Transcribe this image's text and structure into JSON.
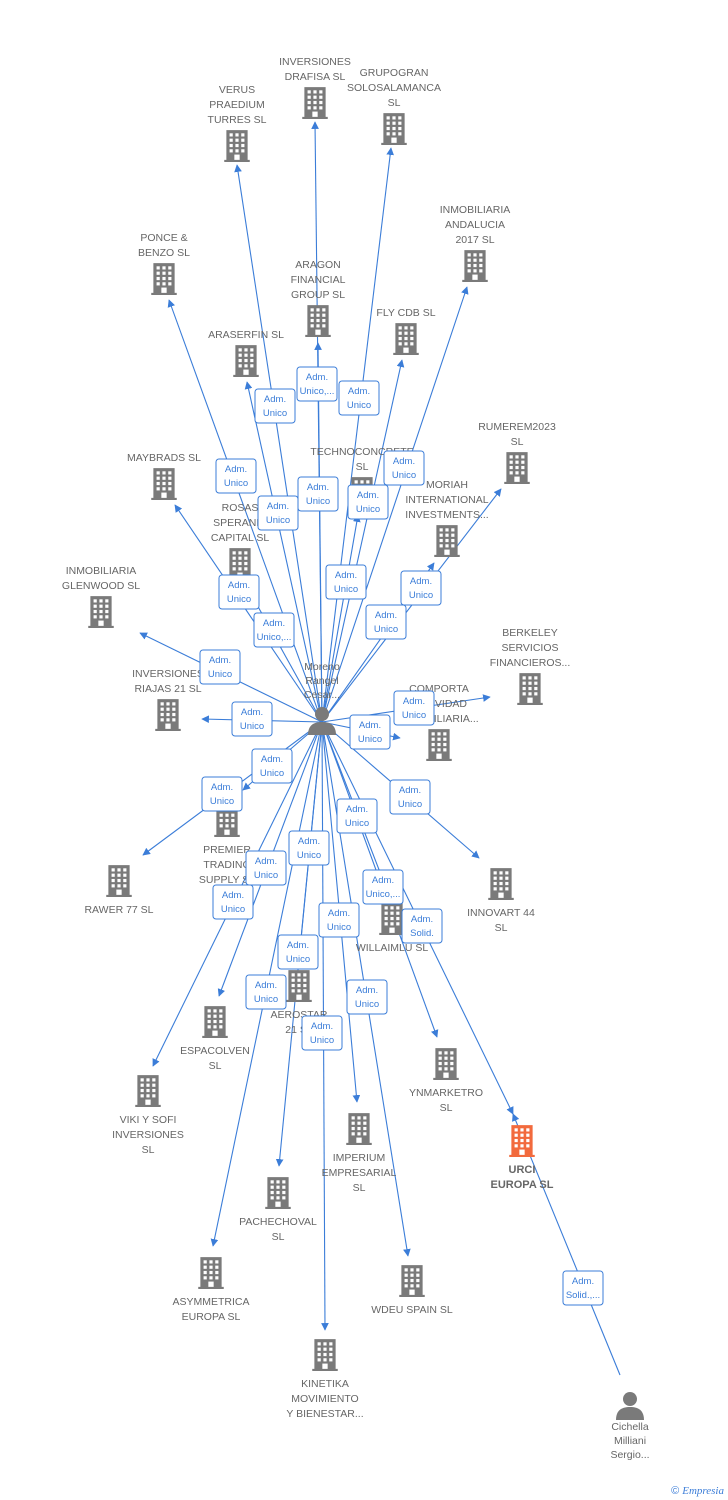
{
  "colors": {
    "edge": "#3b7dd8",
    "building": "#7a7a7a",
    "highlight": "#f26a3d",
    "person": "#7a7a7a"
  },
  "companies": [
    {
      "id": "verus",
      "label": [
        "VERUS",
        "PRAEDIUM",
        "TURRES  SL"
      ]
    },
    {
      "id": "drafisa",
      "label": [
        "INVERSIONES",
        "DRAFISA  SL"
      ]
    },
    {
      "id": "grupogran",
      "label": [
        "GRUPOGRAN",
        "SOLOSALAMANCA",
        "SL"
      ]
    },
    {
      "id": "inmoandalucia",
      "label": [
        "INMOBILIARIA",
        "ANDALUCIA",
        "2017  SL"
      ]
    },
    {
      "id": "ponce",
      "label": [
        "PONCE &",
        "BENZO  SL"
      ]
    },
    {
      "id": "aragon",
      "label": [
        "ARAGON",
        "FINANCIAL",
        "GROUP  SL"
      ]
    },
    {
      "id": "flycdb",
      "label": [
        "FLY CDB  SL"
      ]
    },
    {
      "id": "araserfin",
      "label": [
        "ARASERFIN  SL"
      ]
    },
    {
      "id": "rumerem",
      "label": [
        "RUMEREM2023",
        "SL"
      ]
    },
    {
      "id": "maybrads",
      "label": [
        "MAYBRADS  SL"
      ]
    },
    {
      "id": "technoconcrete",
      "label": [
        "TECHNOCONCRETE",
        "SL"
      ]
    },
    {
      "id": "moriah",
      "label": [
        "MORIAH",
        "INTERNATIONAL",
        "INVESTMENTS..."
      ]
    },
    {
      "id": "rosas",
      "label": [
        "ROSAS",
        "SPERANDI",
        "CAPITAL  SL"
      ]
    },
    {
      "id": "glenwood",
      "label": [
        "INMOBILIARIA",
        "GLENWOOD  SL"
      ]
    },
    {
      "id": "berkeley",
      "label": [
        "BERKELEY",
        "SERVICIOS",
        "FINANCIEROS..."
      ]
    },
    {
      "id": "riajas",
      "label": [
        "INVERSIONES",
        "RIAJAS 21  SL"
      ]
    },
    {
      "id": "comporta",
      "label": [
        "COMPORTA",
        "ACTIVIDAD",
        "INMOBILIARIA..."
      ]
    },
    {
      "id": "premier",
      "label": [
        "PREMIER",
        "TRADING",
        "SUPPLY  SL"
      ]
    },
    {
      "id": "rawer",
      "label": [
        "RAWER 77  SL"
      ]
    },
    {
      "id": "innovart",
      "label": [
        "INNOVART 44",
        "SL"
      ]
    },
    {
      "id": "willaimlu",
      "label": [
        "WILLAIMLU  SL"
      ]
    },
    {
      "id": "aerostar",
      "label": [
        "AEROSTAR",
        "21  SL"
      ]
    },
    {
      "id": "espacolven",
      "label": [
        "ESPACOLVEN",
        "SL"
      ]
    },
    {
      "id": "vikisofi",
      "label": [
        "VIKI Y SOFI",
        "INVERSIONES",
        "SL"
      ]
    },
    {
      "id": "ynmarketro",
      "label": [
        "YNMARKETRO",
        "SL"
      ]
    },
    {
      "id": "urci",
      "label": [
        "URCI",
        "EUROPA  SL"
      ]
    },
    {
      "id": "imperium",
      "label": [
        "IMPERIUM",
        "EMPRESARIAL",
        "SL"
      ]
    },
    {
      "id": "pachechoval",
      "label": [
        "PACHECHOVAL",
        "SL"
      ]
    },
    {
      "id": "asymmetrica",
      "label": [
        "ASYMMETRICA",
        "EUROPA  SL"
      ]
    },
    {
      "id": "wdeu",
      "label": [
        "WDEU SPAIN  SL"
      ]
    },
    {
      "id": "kinetika",
      "label": [
        "KINETIKA",
        "MOVIMIENTO",
        "Y BIENESTAR..."
      ]
    }
  ],
  "persons": [
    {
      "id": "moreno",
      "label": [
        "Moreno",
        "Rangel",
        "Cesar..."
      ]
    },
    {
      "id": "cichella",
      "label": [
        "Cichella",
        "Milliani",
        "Sergio..."
      ]
    }
  ],
  "relations": [
    {
      "from": "moreno",
      "to": "verus",
      "label": [
        "Adm.",
        "Unico"
      ]
    },
    {
      "from": "moreno",
      "to": "drafisa",
      "label": [
        "Adm.",
        "Unico,..."
      ]
    },
    {
      "from": "moreno",
      "to": "grupogran",
      "label": [
        "Adm.",
        "Unico"
      ]
    },
    {
      "from": "moreno",
      "to": "inmoandalucia",
      "label": [
        "Adm.",
        "Unico"
      ]
    },
    {
      "from": "moreno",
      "to": "ponce",
      "label": [
        "Adm.",
        "Unico"
      ]
    },
    {
      "from": "moreno",
      "to": "aragon",
      "label": [
        "Adm.",
        "Unico"
      ]
    },
    {
      "from": "moreno",
      "to": "flycdb",
      "label": [
        "Adm.",
        "Unico"
      ]
    },
    {
      "from": "moreno",
      "to": "araserfin",
      "label": [
        "Adm.",
        "Unico"
      ]
    },
    {
      "from": "moreno",
      "to": "rumerem",
      "label": [
        "Adm.",
        "Unico"
      ]
    },
    {
      "from": "moreno",
      "to": "maybrads",
      "label": [
        "Adm.",
        "Unico"
      ]
    },
    {
      "from": "moreno",
      "to": "technoconcrete",
      "label": [
        "Adm.",
        "Unico"
      ]
    },
    {
      "from": "moreno",
      "to": "moriah",
      "label": [
        "Adm.",
        "Unico"
      ]
    },
    {
      "from": "moreno",
      "to": "rosas",
      "label": [
        "Adm.",
        "Unico,..."
      ]
    },
    {
      "from": "moreno",
      "to": "glenwood",
      "label": [
        "Adm.",
        "Unico"
      ]
    },
    {
      "from": "moreno",
      "to": "berkeley",
      "label": [
        "Adm.",
        "Unico"
      ]
    },
    {
      "from": "moreno",
      "to": "riajas",
      "label": [
        "Adm.",
        "Unico"
      ]
    },
    {
      "from": "moreno",
      "to": "comporta",
      "label": [
        "Adm.",
        "Unico"
      ]
    },
    {
      "from": "moreno",
      "to": "premier",
      "label": [
        "Adm.",
        "Unico"
      ]
    },
    {
      "from": "moreno",
      "to": "rawer",
      "label": [
        "Adm.",
        "Unico"
      ]
    },
    {
      "from": "moreno",
      "to": "innovart",
      "label": [
        "Adm.",
        "Unico"
      ]
    },
    {
      "from": "moreno",
      "to": "willaimlu",
      "label": [
        "Adm.",
        "Unico,..."
      ]
    },
    {
      "from": "moreno",
      "to": "aerostar",
      "label": [
        "Adm.",
        "Unico"
      ]
    },
    {
      "from": "moreno",
      "to": "espacolven",
      "label": [
        "Adm.",
        "Unico"
      ]
    },
    {
      "from": "moreno",
      "to": "vikisofi",
      "label": [
        "Adm.",
        "Unico"
      ]
    },
    {
      "from": "moreno",
      "to": "ynmarketro",
      "label": [
        "Adm.",
        "Unico"
      ]
    },
    {
      "from": "moreno",
      "to": "urci",
      "label": [
        "Adm.",
        "Solid."
      ]
    },
    {
      "from": "moreno",
      "to": "imperium",
      "label": [
        "Adm.",
        "Unico"
      ]
    },
    {
      "from": "moreno",
      "to": "pachechoval",
      "label": [
        "Adm.",
        "Unico"
      ]
    },
    {
      "from": "moreno",
      "to": "asymmetrica",
      "label": [
        "Adm.",
        "Unico"
      ]
    },
    {
      "from": "moreno",
      "to": "wdeu",
      "label": [
        "Adm.",
        "Unico"
      ]
    },
    {
      "from": "moreno",
      "to": "kinetika",
      "label": [
        "Adm.",
        "Unico"
      ]
    },
    {
      "from": "cichella",
      "to": "urci",
      "label": [
        "Adm.",
        "Solid.,..."
      ]
    }
  ],
  "highlight": "urci",
  "footer": {
    "copyright": "©",
    "brand": "Empresia"
  }
}
